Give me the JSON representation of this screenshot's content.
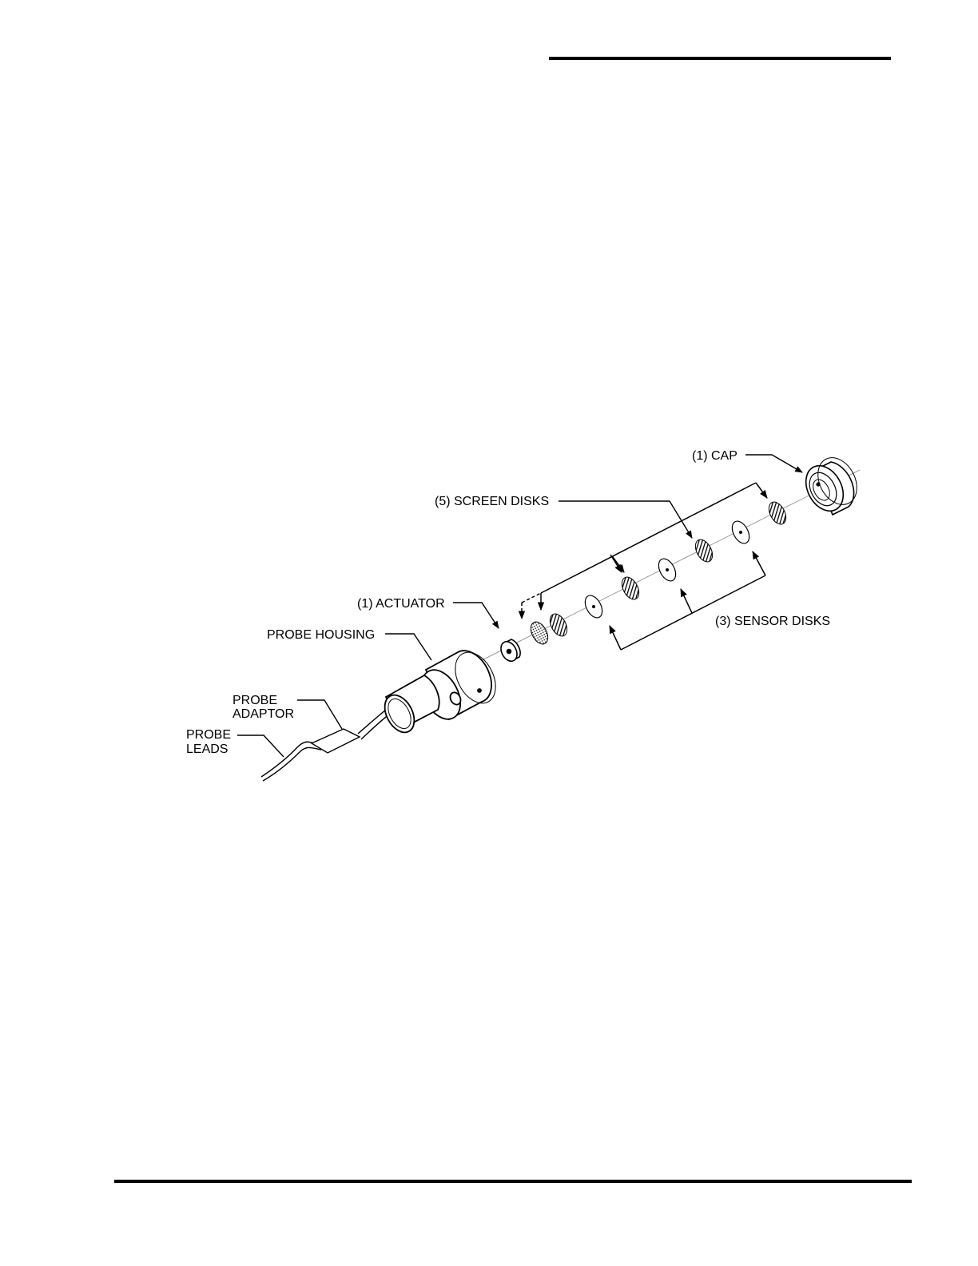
{
  "diagram": {
    "labels": {
      "cap": "(1) CAP",
      "screen_disks": "(5) SCREEN DISKS",
      "actuator": "(1) ACTUATOR",
      "probe_housing": "PROBE HOUSING",
      "probe_adaptor_line1": "PROBE",
      "probe_adaptor_line2": "ADAPTOR",
      "probe_leads_line1": "PROBE",
      "probe_leads_line2": "LEADS",
      "sensor_disks": "(3) SENSOR DISKS"
    }
  }
}
